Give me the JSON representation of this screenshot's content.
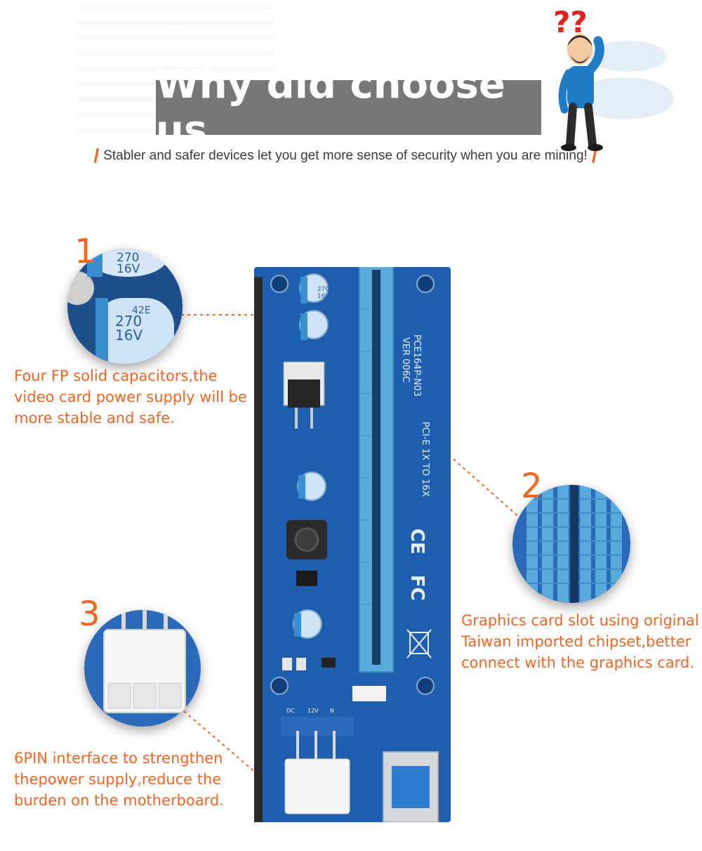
{
  "header": {
    "title": "Why did choose us",
    "subtitle": "Stabler and safer devices let you get more sense of security when you are mining!",
    "slash_left": "/",
    "slash_right": "/"
  },
  "mascot": {
    "marks": "??"
  },
  "board": {
    "model": "PCE164P-N03",
    "version": "VER 006C",
    "label": "PCI-E 1X TO 16X",
    "connector_labels": [
      "DC",
      "12V",
      "N"
    ],
    "cap_value": "270",
    "cap_voltage": "16V",
    "marks": {
      "ce": "CE",
      "fc": "FC"
    }
  },
  "features": [
    {
      "number": "1",
      "caption_lines": [
        "Four FP solid capacitors,the",
        "video card power supply will be",
        "more stable and safe."
      ],
      "zoom_text": [
        "270",
        "16V",
        "270",
        "16V",
        "42E"
      ]
    },
    {
      "number": "2",
      "caption_lines": [
        "Graphics card slot using original",
        "Taiwan imported chipset,better",
        "connect with the graphics card."
      ]
    },
    {
      "number": "3",
      "caption_lines": [
        "6PIN interface to strengthen",
        "thepower supply,reduce the",
        "burden on the motherboard."
      ]
    }
  ],
  "colors": {
    "accent": "#f26522",
    "title_bg": "#777777",
    "board_blue": "#1d5fae",
    "slot_blue": "#5aa9dc"
  }
}
